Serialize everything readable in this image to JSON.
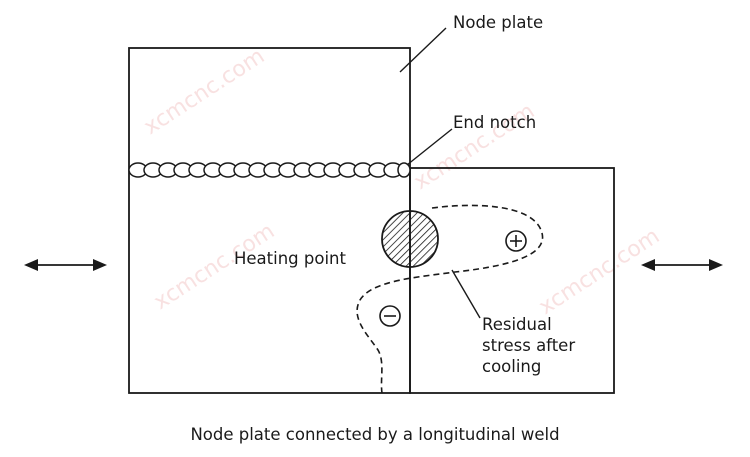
{
  "labels": {
    "node_plate": "Node plate",
    "end_notch": "End notch",
    "heating_point": "Heating point",
    "residual_line1": "Residual",
    "residual_line2": "stress after",
    "residual_line3": "cooling",
    "caption": "Node plate connected by a longitudinal weld"
  },
  "symbols": {
    "tension": "+",
    "compression": "−"
  },
  "watermark": {
    "text": "xcmcnc.com"
  },
  "colors": {
    "line": "#1a1a1a",
    "watermark": "#f4c9c9"
  }
}
